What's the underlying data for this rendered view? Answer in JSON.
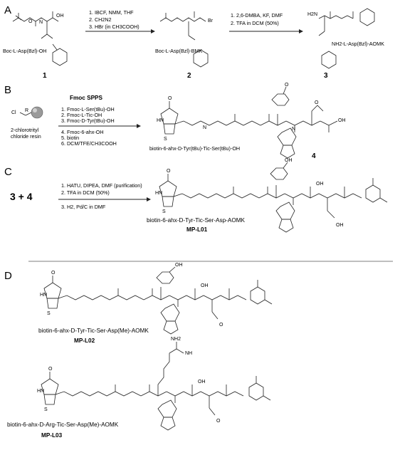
{
  "panels": {
    "A": {
      "letter": "A",
      "compound1": {
        "name": "Boc-L-Asp(Bzl)-OH",
        "number": "1"
      },
      "step1": [
        "1. IBCF, NMM, THF",
        "2. CH2N2",
        "3. HBr (in CH3COOH)"
      ],
      "compound2": {
        "name": "Boc-L-Asp(Bzl)-BMK",
        "number": "2",
        "atom_br": "Br"
      },
      "step2": [
        "1. 2,6-DMBA, KF, DMF",
        "2. TFA in DCM (50%)"
      ],
      "compound3": {
        "name": "NH2-L-Asp(Bzl)-AOMK",
        "number": "3",
        "atom_n": "H2N"
      }
    },
    "B": {
      "letter": "B",
      "header": "Fmoc SPPS",
      "resin": [
        "2-chlorotrityl",
        "chloride resin"
      ],
      "resin_atoms": {
        "cl": "Cl",
        "r": "R"
      },
      "steps_a": [
        "1. Fmoc-L-Ser(tBu)-OH",
        "2. Fmoc-L-Tic-OH",
        "3. Fmoc-D-Tyr(tBu)-OH"
      ],
      "steps_b": [
        "4. Fmoc-6-ahx-OH",
        "5. biotin",
        "6. DCM/TFE/CH3COOH"
      ],
      "product": {
        "name": "biotin-6-ahx-D-Tyr(tBu)-Tic-Ser(tBu)-OH",
        "number": "4"
      }
    },
    "C": {
      "letter": "C",
      "reactants": "3 + 4",
      "steps": [
        "1. HATU, DIPEA, DMF (purification)",
        "2. TFA in DCM (50%)",
        "3. H2, Pd/C in DMF"
      ],
      "product": {
        "name": "biotin-6-ahx-D-Tyr-Tic-Ser-Asp-AOMK",
        "label": "MP-L01"
      }
    },
    "D": {
      "letter": "D",
      "compoundA": {
        "name": "biotin-6-ahx-D-Tyr-Tic-Ser-Asp(Me)-AOMK",
        "label": "MP-L02"
      },
      "compoundB": {
        "name": "biotin-6-ahx-D-Arg-Tic-Ser-Asp(Me)-AOMK",
        "label": "MP-L03"
      }
    }
  },
  "atom_labels": {
    "o": "O",
    "n": "N",
    "h": "H",
    "s": "S",
    "hn": "HN",
    "nh": "NH",
    "oh": "OH",
    "nh2": "NH2"
  }
}
